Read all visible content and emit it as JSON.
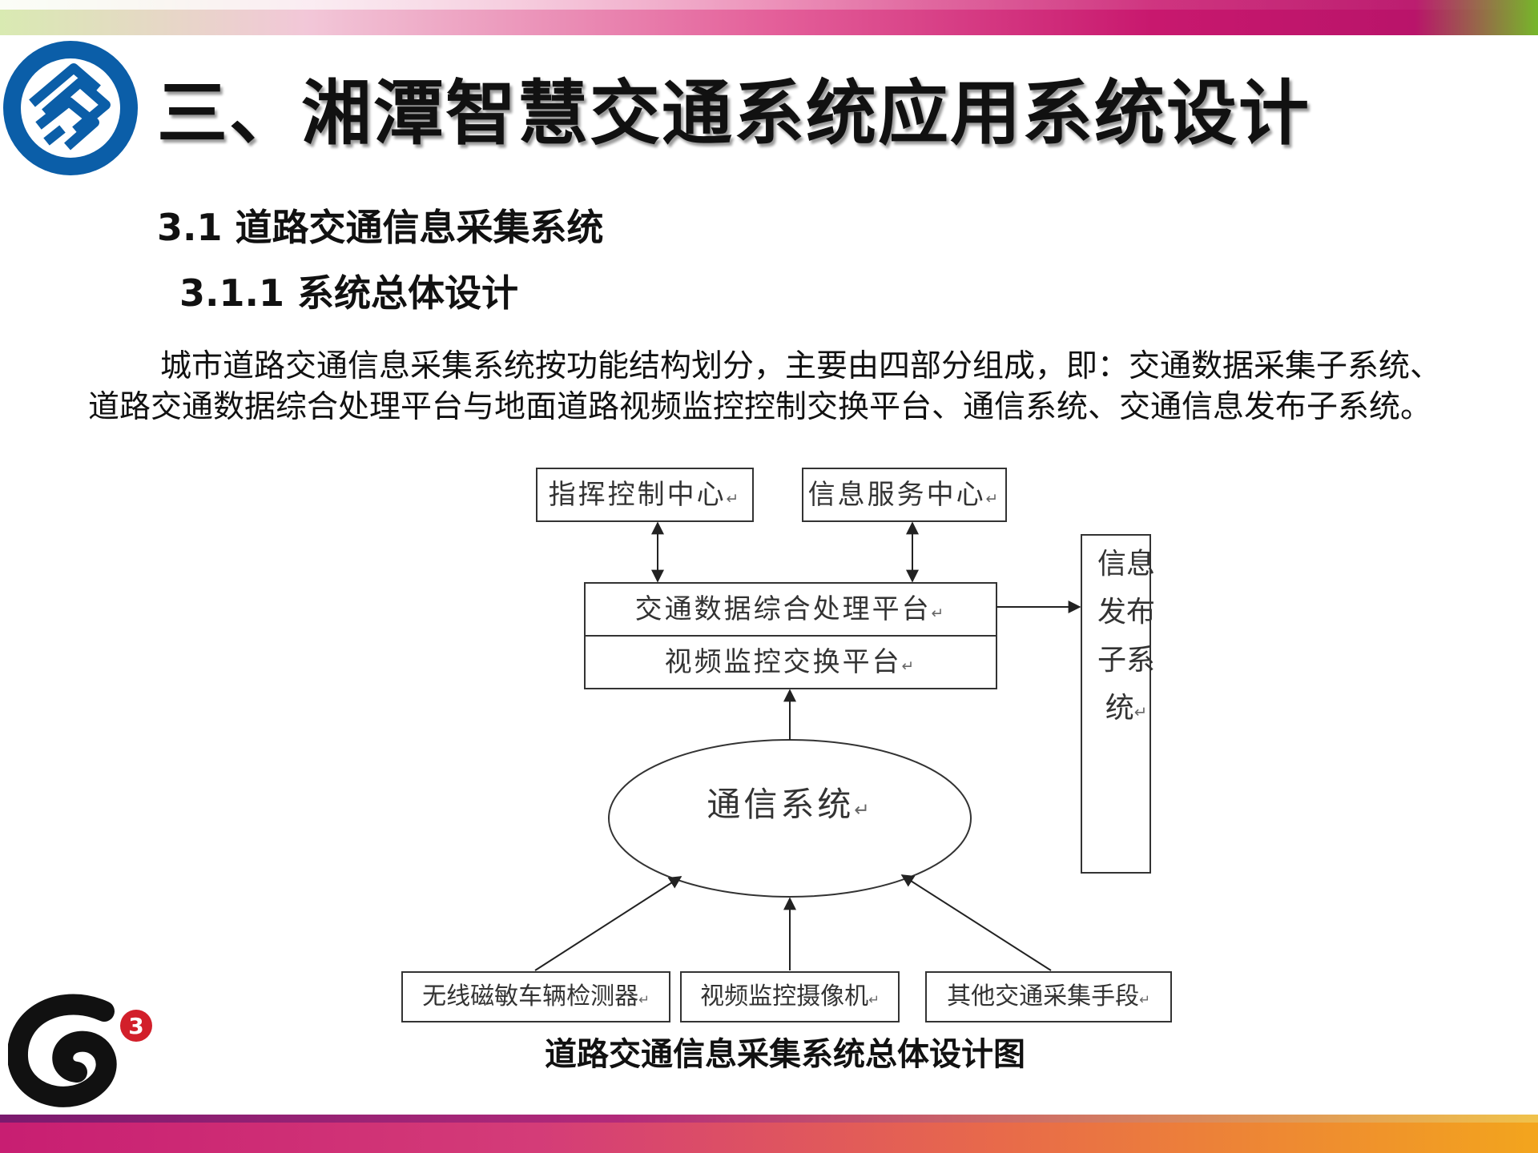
{
  "slide": {
    "title": "三、湘潭智慧交通系统应用系统设计",
    "section": "3.1 道路交通信息采集系统",
    "subsection": "3.1.1 系统总体设计",
    "paragraph": "城市道路交通信息采集系统按功能结构划分，主要由四部分组成，即：交通数据采集子系统、道路交通数据综合处理平台与地面道路视频监控控制交换平台、通信系统、交通信息发布子系统。",
    "caption": "道路交通信息采集系统总体设计图"
  },
  "diagram": {
    "command_center": "指挥控制中心",
    "info_service_center": "信息服务中心",
    "data_platform": "交通数据综合处理平台",
    "video_platform": "视频监控交换平台",
    "comm_system": "通信系统",
    "info_release": "信息发布子系统",
    "sensor": "无线磁敏车辆检测器",
    "camera": "视频监控摄像机",
    "other_collection": "其他交通采集手段",
    "return_mark": "↵"
  },
  "colors": {
    "brand_blue": "#0b5ea8",
    "band_magenta": "#c8186e",
    "band_orange": "#f3a51d",
    "band_green": "#76b72a"
  },
  "logos": {
    "left": "china-mobile-logo",
    "bottom": "g3-logo",
    "g3_badge": "3"
  }
}
